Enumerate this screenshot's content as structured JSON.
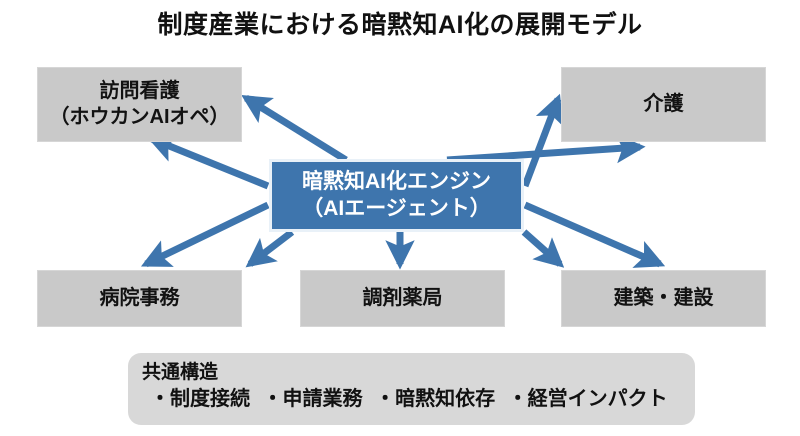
{
  "title": "制度産業における暗黙知AI化の展開モデル",
  "colors": {
    "center_box_fill": "#3e75ad",
    "center_box_border": "#e9f1f8",
    "industry_box_fill": "#c9c9c9",
    "arrow": "#3e75ad",
    "panel_fill": "#d8d8d8",
    "text_dark": "#111111",
    "text_light": "#ffffff",
    "background": "#ffffff"
  },
  "center_node": {
    "name": "暗黙知AI化エンジン",
    "line1": "暗黙知AI化エンジン",
    "line2": "（AIエージェント）"
  },
  "industry_nodes": [
    {
      "id": "visiting-nursing",
      "line1": "訪問看護",
      "line2": "（ホウカンAIオペ）"
    },
    {
      "id": "nursing-care",
      "line1": "介護",
      "line2": ""
    },
    {
      "id": "hospital-admin",
      "line1": "病院事務",
      "line2": ""
    },
    {
      "id": "pharmacy",
      "line1": "調剤薬局",
      "line2": ""
    },
    {
      "id": "construction",
      "line1": "建築・建設",
      "line2": ""
    }
  ],
  "common_structure": {
    "heading": "共通構造",
    "items": [
      "・制度接続",
      "・申請業務",
      "・暗黙知依存",
      "・経営インパクト"
    ]
  },
  "connections": [
    {
      "from": "暗黙知AI化エンジン",
      "to": "訪問看護（ホウカンAIオペ）",
      "direction": "outward"
    },
    {
      "from": "暗黙知AI化エンジン",
      "to": "介護",
      "direction": "outward"
    },
    {
      "from": "暗黙知AI化エンジン",
      "to": "病院事務",
      "direction": "outward"
    },
    {
      "from": "暗黙知AI化エンジン",
      "to": "調剤薬局",
      "direction": "outward"
    },
    {
      "from": "暗黙知AI化エンジン",
      "to": "建築・建設",
      "direction": "outward"
    }
  ]
}
